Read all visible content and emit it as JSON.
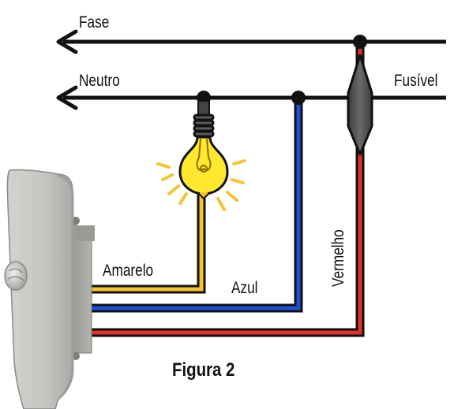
{
  "diagram": {
    "lines": {
      "fase": "Fase",
      "neutro": "Neutro"
    },
    "fuse_label": "Fusível",
    "wires": {
      "amarelo": "Amarelo",
      "azul": "Azul",
      "vermelho": "Vermelho"
    },
    "caption": "Figura 2"
  },
  "colors": {
    "wire_black": "#111111",
    "wire_yellow": "#f4c430",
    "wire_blue": "#1f4fd8",
    "wire_red": "#e53030",
    "fuse_grey": "#555555",
    "bulb_yellow": "#ffe82e",
    "sensor_grey": "#b8b8b4"
  }
}
